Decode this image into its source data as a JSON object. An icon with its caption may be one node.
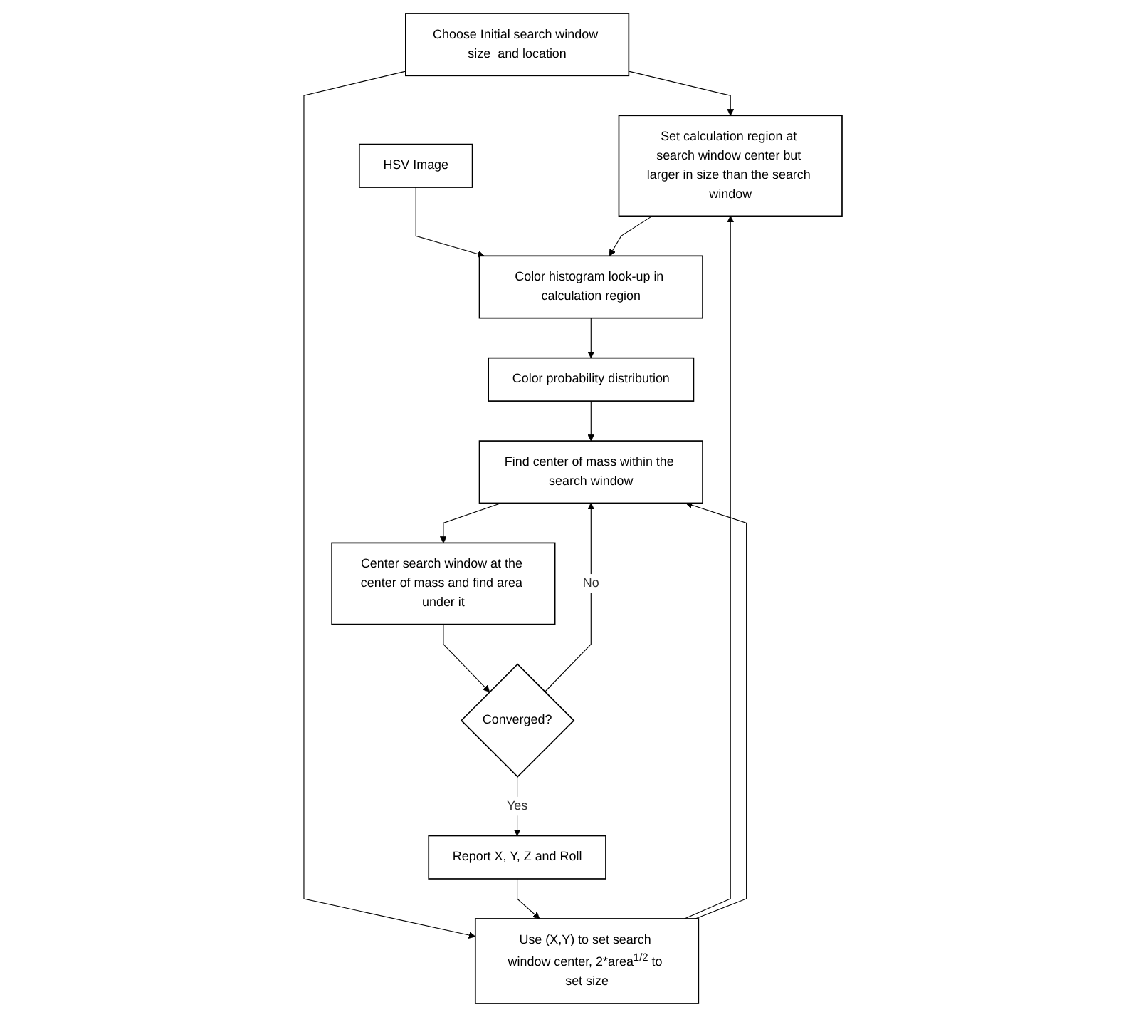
{
  "diagram": {
    "nodes": [
      {
        "text": [
          "Choose Initial search window size  and location"
        ]
      },
      {
        "text": [
          "HSV Image"
        ]
      },
      {
        "text": [
          "Set calculation region at search window center but larger in size than the search window"
        ]
      },
      {
        "text": [
          "Color histogram look-up in calculation region"
        ]
      },
      {
        "text": [
          "Color probability distribution"
        ]
      },
      {
        "text": [
          "Use (X,Y) to set search window center, 2*area$^{1/2}$ to set size"
        ]
      },
      {
        "text": [
          "Find center of mass within the search window"
        ]
      },
      {
        "text": [
          "Report X, Y, Z and Roll"
        ]
      },
      {
        "text": [
          "Center search window at the center of mass and find area under it"
        ]
      },
      {
        "text": [
          "Converged?"
        ]
      }
    ],
    "edges": [
      {
        "from": 0,
        "to": 2,
        "arrow": "to"
      },
      {
        "from": 0,
        "to": 5,
        "arrow": "to"
      },
      {
        "from": 1,
        "to": 3,
        "arrow": "to"
      },
      {
        "from": 2,
        "to": 3,
        "arrow": "to"
      },
      {
        "from": 3,
        "to": 4,
        "arrow": "to"
      },
      {
        "from": 4,
        "to": 6,
        "arrow": "to"
      },
      {
        "from": 5,
        "to": 2,
        "arrow": "to"
      },
      {
        "from": 5,
        "to": 6,
        "arrow": "to"
      },
      {
        "from": 6,
        "to": 8,
        "arrow": "to"
      },
      {
        "from": 8,
        "to": 9,
        "arrow": "to"
      },
      {
        "from": 9,
        "to": 7,
        "arrow": "to",
        "label": "Yes"
      },
      {
        "from": 9,
        "to": 6,
        "arrow": "to",
        "label": "No"
      },
      {
        "from": 7,
        "to": 5,
        "arrow": "to"
      }
    ]
  }
}
